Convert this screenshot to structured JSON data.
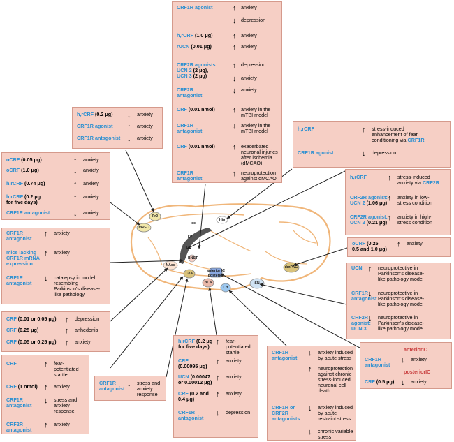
{
  "colors": {
    "box_fill": "#f6cfc5",
    "box_border": "#d59a8c",
    "agent_text": "#2a8fd1",
    "region_text": "#c94040",
    "brain_outline": "#f0b67a",
    "ventricle": "#555555"
  },
  "regions": {
    "fr2": "Fr2",
    "mpfc": "mPFC",
    "cc": "cc",
    "hip": "Hip",
    "lv": "LV",
    "ls": "LS",
    "bnst": "BNST",
    "nacs": "NAcs",
    "cea": "CeA",
    "anterior_ic": "anterior IC",
    "posterior_ic": "posterior",
    "bla": "BLA",
    "lh": "LH",
    "sn": "SN",
    "dmpag": "dmPAG"
  },
  "boxes": {
    "b1": [
      {
        "a": "CRF1R agonist",
        "d": "",
        "ar": "↑",
        "e": "anxiety"
      },
      {
        "a": "",
        "d": "",
        "ar": "↓",
        "e": "depression"
      },
      {
        "a": "h,rCRF",
        "d": " (1.0 μg)",
        "ar": "↑",
        "e": "anxiety"
      },
      {
        "a": "rUCN",
        "d": " (0.01 μg)",
        "ar": "↑",
        "e": "anxiety"
      },
      {
        "a": "CRF2R agonists:\nUCN 2",
        "d": " (2 μg),\n",
        "a2": "UCN 3",
        "d2": " (2 μg)",
        "ar": "↑",
        "e": "depression"
      },
      {
        "a": "",
        "d": "",
        "ar": "↓",
        "e": "anxiety"
      },
      {
        "a": "CRF2R\nantagonist",
        "d": "",
        "ar": "↓",
        "e": "anxiety"
      },
      {
        "a": "CRF",
        "d": " (0.01 nmol)",
        "ar": "↑",
        "e": "anxiety in the\nmTBI model"
      },
      {
        "a": "CRF1R\nantagonist",
        "d": "",
        "ar": "↓",
        "e": "anxiety in the\nmTBI model"
      },
      {
        "a": "CRF",
        "d": " (0.01 nmol)",
        "ar": "↑",
        "e": "exacerbated\nneuronal injuries\nafter ischemia\n(dMCAO)"
      },
      {
        "a": "CRF1R\nantagonist",
        "d": "",
        "ar": "↑",
        "e": "neuroprotection\nagainst dMCAO"
      }
    ],
    "b2": [
      {
        "a": "h,rCRF",
        "d": " (0.2 μg)",
        "ar": "↓",
        "e": "anxiety"
      },
      {
        "a": "CRF1R agonist",
        "d": "",
        "ar": "↑",
        "e": "anxiety"
      },
      {
        "a": "CRF1R antagonist",
        "d": "",
        "ar": "↓",
        "e": "anxiety"
      }
    ],
    "b3": [
      {
        "a": "oCRF",
        "d": " (0.05 μg)",
        "ar": "↑",
        "e": "anxiety"
      },
      {
        "a": "oCRF",
        "d": " (1.0 μg)",
        "ar": "↓",
        "e": "anxiety"
      },
      {
        "a": "h,rCRF",
        "d": " (0.74 μg)",
        "ar": "↑",
        "e": "anxiety"
      },
      {
        "a": "h,rCRF",
        "d": " (0.2 μg\nfor five days)",
        "ar": "↑",
        "e": "anxiety"
      },
      {
        "a": "CRF1R antagonist",
        "d": "",
        "ar": "↓",
        "e": "anxiety"
      }
    ],
    "b4": [
      {
        "a": "CRF1R\nantagonist",
        "d": "",
        "ar": "↑",
        "e": "anxiety"
      },
      {
        "a": "mice lacking\nCRF1R mRNA\nexpression",
        "d": "",
        "ar": "↑",
        "e": "anxiety"
      },
      {
        "a": "CRF1R\nantagonist",
        "d": "",
        "ar": "↓",
        "e": "catalepsy in model\nresembling\nParkinson's disease-\nlike pathology"
      }
    ],
    "b5": [
      {
        "a": "h,rCRF",
        "d": "",
        "ar": "↑",
        "e": "stress-induced\nenhancement of fear\nconditioning via ",
        "e2": "CRF1R"
      },
      {
        "a": "CRF1R agonist",
        "d": "",
        "ar": "↓",
        "e": "depression"
      }
    ],
    "b6": [
      {
        "a": "h,rCRF",
        "d": "",
        "ar": "↑",
        "e": "stress-induced\nanxiety via ",
        "e2": "CRF2R"
      },
      {
        "a": "CRF2R agonist:\nUCN 2",
        "d": " (1.06 μg)",
        "ar": "↑",
        "e": "anxiety in low-\nstress condition"
      },
      {
        "a": "CRF2R agonist:\nUCN 2",
        "d": " (0.21 μg)",
        "ar": "↑",
        "e": "anxiety in high-\nstress condition"
      }
    ],
    "b7": [
      {
        "a": "oCRF",
        "d": " (0.25,\n0.5 and 1.0 μg)",
        "ar": "↑",
        "e": "anxiety"
      }
    ],
    "b8": [
      {
        "a": "UCN",
        "d": "",
        "ar": "↑",
        "e": "neuroprotective in\nParkinson's disease-\nlike pathology model"
      },
      {
        "a": "CRF1R\nantagonist",
        "d": "",
        "ar": "↓",
        "e": "neuroprotective in\nParkinson's disease-\nlike pathology model"
      },
      {
        "a": "CRF2R\nagonist:\nUCN 3",
        "d": "",
        "ar": "↓",
        "e": "neuroprotective in\nParkinson's disease-\nlike pathology model"
      }
    ],
    "b9": [
      {
        "a": "CRF",
        "d": " (0.01 or 0.05 μg)",
        "ar": "↑",
        "e": "depression"
      },
      {
        "a": "CRF",
        "d": " (0.25 μg)",
        "ar": "↑",
        "e": "anhedonia"
      },
      {
        "a": "CRF",
        "d": " (0.05 or 0.25 μg)",
        "ar": "↑",
        "e": "anxiety"
      }
    ],
    "b10": [
      {
        "a": "CRF",
        "d": "",
        "ar": "↑",
        "e": "fear-\npotentiated\nstartle"
      },
      {
        "a": "CRF",
        "d": " (1 nmol)",
        "ar": "↑",
        "e": "anxiety"
      },
      {
        "a": "CRF1R\nantagonist",
        "d": "",
        "ar": "↓",
        "e": "stress and\nanxiety\nresponse"
      },
      {
        "a": "CRF2R\nantagonist",
        "d": "",
        "ar": "↑",
        "e": "anxiety"
      }
    ],
    "b11": [
      {
        "a": "CRF1R\nantagonist",
        "d": "",
        "ar": "↓",
        "e": "stress and\nanxiety\nresponse"
      }
    ],
    "b12": [
      {
        "a": "h,rCRF",
        "d": " (0.2 μg\nfor five days)",
        "ar": "↑",
        "e": "fear-\npotentiated\nstartle"
      },
      {
        "a": "CRF",
        "d": "\n(0.00095 μg)",
        "ar": "↑",
        "e": "anxiety"
      },
      {
        "a": "UCN",
        "d": " (0.00047\nor 0.00012 μg)",
        "ar": "↑",
        "e": "anxiety"
      },
      {
        "a": "CRF",
        "d": " (0.2 and\n0.4 μg)",
        "ar": "↑",
        "e": "anxiety"
      },
      {
        "a": "CRF1R\nantagonist",
        "d": "",
        "ar": "↓",
        "e": "depression"
      }
    ],
    "b13": [
      {
        "a": "CRF1R\nantagonist",
        "d": "",
        "ar": "↓",
        "e": "anxiety induced\nby acute stress"
      },
      {
        "a": "",
        "d": "",
        "ar": "↑",
        "e": "neuroprotection\nagainst chronic\nstress-induced\nneuronal cell\ndeath"
      },
      {
        "a": "CRF1R or\nCRF2R\nantagonists",
        "d": "",
        "ar": "↓",
        "e": "anxiety induced\nby acute\nrestraint stress"
      },
      {
        "a": "",
        "d": "",
        "ar": "↓",
        "e": "chronic variable\nstress"
      }
    ],
    "b14": [
      {
        "c": "anteriorIC"
      },
      {
        "a": "CRF1R\nantagonist",
        "d": "",
        "ar": "↓",
        "e": "anxiety"
      },
      {
        "c": "posteriorIC"
      },
      {
        "a": "CRF",
        "d": " (0.5 μg)",
        "ar": "↓",
        "e": "anxiety"
      }
    ]
  }
}
